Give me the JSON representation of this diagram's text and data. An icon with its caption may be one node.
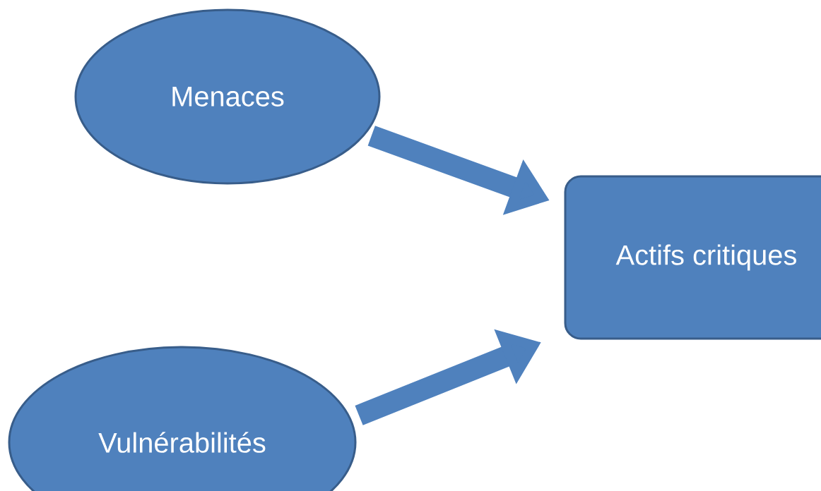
{
  "diagram": {
    "nodes": [
      {
        "text": [
          "Menaces"
        ]
      },
      {
        "text": [
          "Vulnérabilités"
        ]
      },
      {
        "text": [
          "Actifs critiques"
        ]
      }
    ],
    "edges": [
      {
        "from": 0,
        "to": 2,
        "arrow": "to"
      },
      {
        "from": 1,
        "to": 2,
        "arrow": "to"
      }
    ]
  }
}
